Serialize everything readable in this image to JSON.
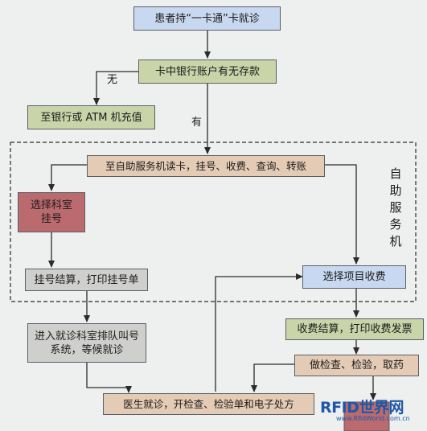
{
  "colors": {
    "background": "#eef0ef",
    "blue": "#c8d8f0",
    "green": "#c9d5a9",
    "gray": "#cfd0cd",
    "red": "#bb6a6e",
    "tan": "#e4cbb5",
    "stroke": "#2b2b2b"
  },
  "nodes": {
    "start": "患者持“一卡通”卡就诊",
    "check_balance": "卡中银行账户有无存款",
    "recharge": "至银行或 ATM 机充值",
    "self_service": "至自助服务机读卡，挂号、收费、查询、转账",
    "select_dept": "选择科室\n挂号",
    "settle_register": "挂号结算，打印挂号单",
    "select_item": "选择项目收费",
    "queue": "进入就诊科室排队叫号系统，等候就诊",
    "settle_pay": "收费结算，打印收费发票",
    "exam": "做检查、检验，取药",
    "doctor": "医生就诊，开检查、检验单和电子处方"
  },
  "labels": {
    "no": "无",
    "yes": "有",
    "group": "自助服务机"
  },
  "watermark": {
    "logo": "RFID世界网",
    "url": "www.RfidWorld.com.cn"
  }
}
